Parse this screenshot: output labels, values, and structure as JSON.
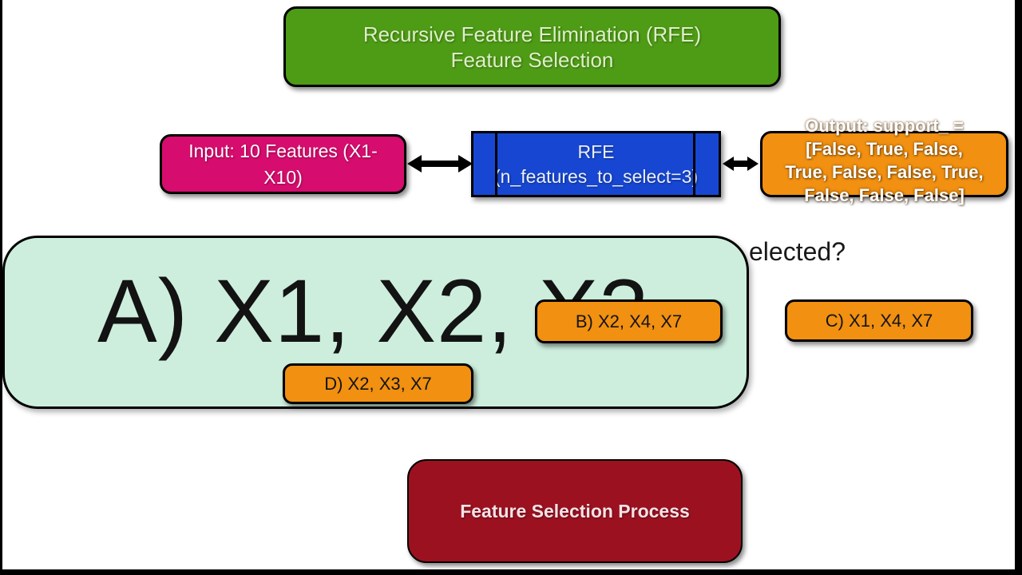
{
  "colors": {
    "title_green": "#4e9b16",
    "input_pink": "#d60d6e",
    "rfe_blue": "#1747d2",
    "orange": "#f19011",
    "answer_mint": "#cdeedd",
    "process_red": "#9c1120"
  },
  "title_box": {
    "text": "Recursive Feature Elimination (RFE)\nFeature Selection"
  },
  "pipeline": {
    "input_box": {
      "text": "Input: 10 Features (X1-\nX10)"
    },
    "rfe_box": {
      "text": "RFE\n(n_features_to_select=3)"
    },
    "output_box": {
      "text": "Output: support_ =\n[False, True, False,\nTrue, False, False, True,\nFalse, False, False]"
    }
  },
  "question": {
    "visible_fragment": "elected?"
  },
  "options": {
    "a": {
      "label": "A) X1, X2, X3"
    },
    "b": {
      "label": "B) X2, X4, X7"
    },
    "c": {
      "label": "C) X1, X4, X7"
    },
    "d": {
      "label": "D) X2, X3, X7"
    }
  },
  "footer_box": {
    "text": "Feature Selection Process"
  },
  "icons": {
    "connector_left": "double-headed-arrow",
    "connector_right": "double-headed-arrow"
  }
}
